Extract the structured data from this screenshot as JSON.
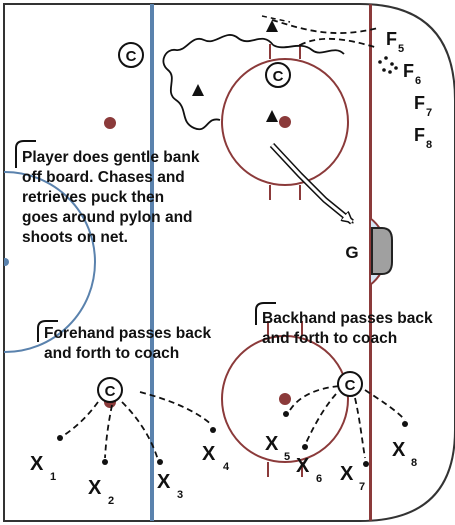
{
  "annotations": {
    "player_note": "Player does gentle bank\noff board.  Chases and\nretrieves puck then\ngoes around pylon and\nshoots on net.",
    "forehand_note": "Forehand passes back\nand forth to coach",
    "backhand_note": "Backhand passes back\nand forth to coach"
  },
  "goalie_label": "G",
  "coach_symbol": "C",
  "forwards": [
    {
      "letter": "F",
      "num": "5"
    },
    {
      "letter": "F",
      "num": "6"
    },
    {
      "letter": "F",
      "num": "7"
    },
    {
      "letter": "F",
      "num": "8"
    }
  ],
  "players": [
    {
      "mark": "X",
      "num": "1"
    },
    {
      "mark": "X",
      "num": "2"
    },
    {
      "mark": "X",
      "num": "3"
    },
    {
      "mark": "X",
      "num": "4"
    },
    {
      "mark": "X",
      "num": "5"
    },
    {
      "mark": "X",
      "num": "6"
    },
    {
      "mark": "X",
      "num": "7"
    },
    {
      "mark": "X",
      "num": "8"
    }
  ],
  "colors": {
    "blue_line": "#5a82ad",
    "red_line": "#8b3a3a",
    "circle": "#8b3a3a",
    "crease": "#d6e6f5",
    "net": "#a0a0a0",
    "ink": "#111111"
  }
}
